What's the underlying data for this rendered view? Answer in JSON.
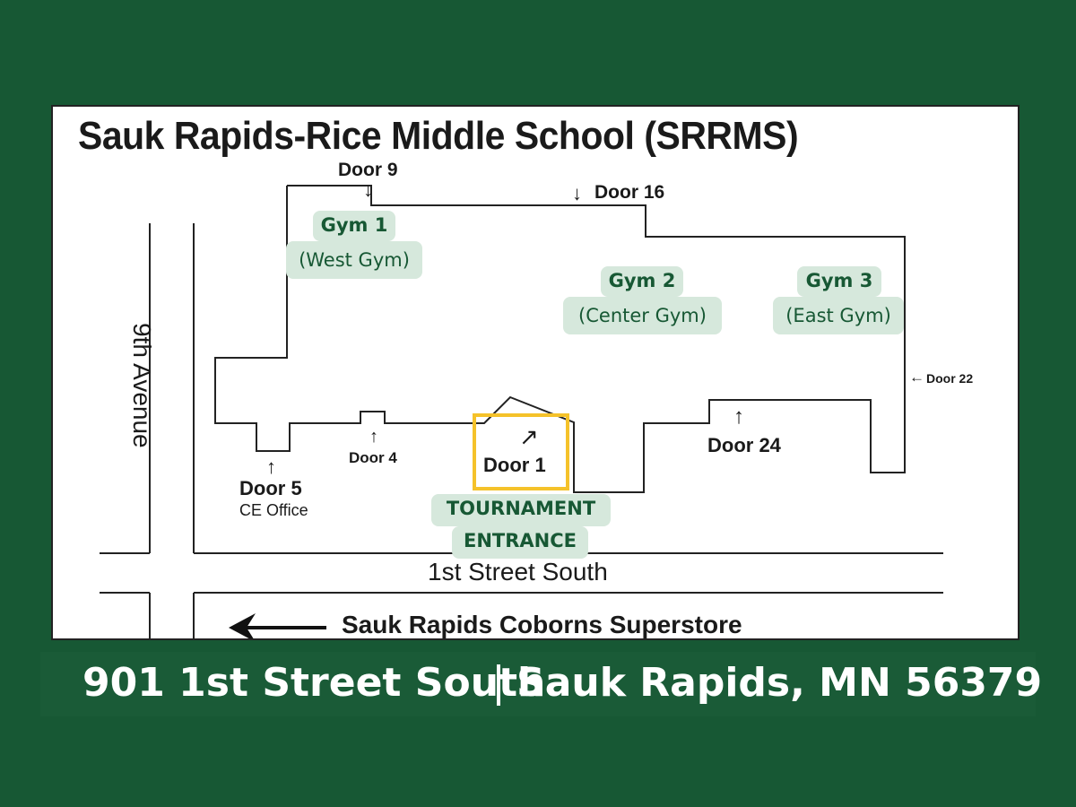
{
  "map": {
    "title": "Sauk Rapids-Rice Middle School (SRRMS)",
    "doors": {
      "door9": "Door 9",
      "door16": "Door 16",
      "door22": "Door 22",
      "door24": "Door 24",
      "door1": "Door 1",
      "door4": "Door 4",
      "door5": "Door 5",
      "door5_sub": "CE Office"
    },
    "gyms": [
      {
        "name": "Gym 1",
        "sub": "(West Gym)"
      },
      {
        "name": "Gym 2",
        "sub": "(Center Gym)"
      },
      {
        "name": "Gym 3",
        "sub": "(East Gym)"
      }
    ],
    "tournament": {
      "line1": "TOURNAMENT",
      "line2": "ENTRANCE"
    },
    "streets": {
      "avenue": "9th Avenue",
      "street": "1st Street South",
      "store": "Sauk Rapids Coborns Superstore"
    },
    "arrows": {
      "down": "↓",
      "up": "↑",
      "diag": "↗",
      "left": "←"
    }
  },
  "address": {
    "left": "901 1st Street South",
    "right": "Sauk Rapids, MN 56379"
  },
  "colors": {
    "background": "#175834",
    "tag_fill": "#d6e8dc",
    "tag_text": "#175834",
    "highlight": "#f5c22a"
  }
}
